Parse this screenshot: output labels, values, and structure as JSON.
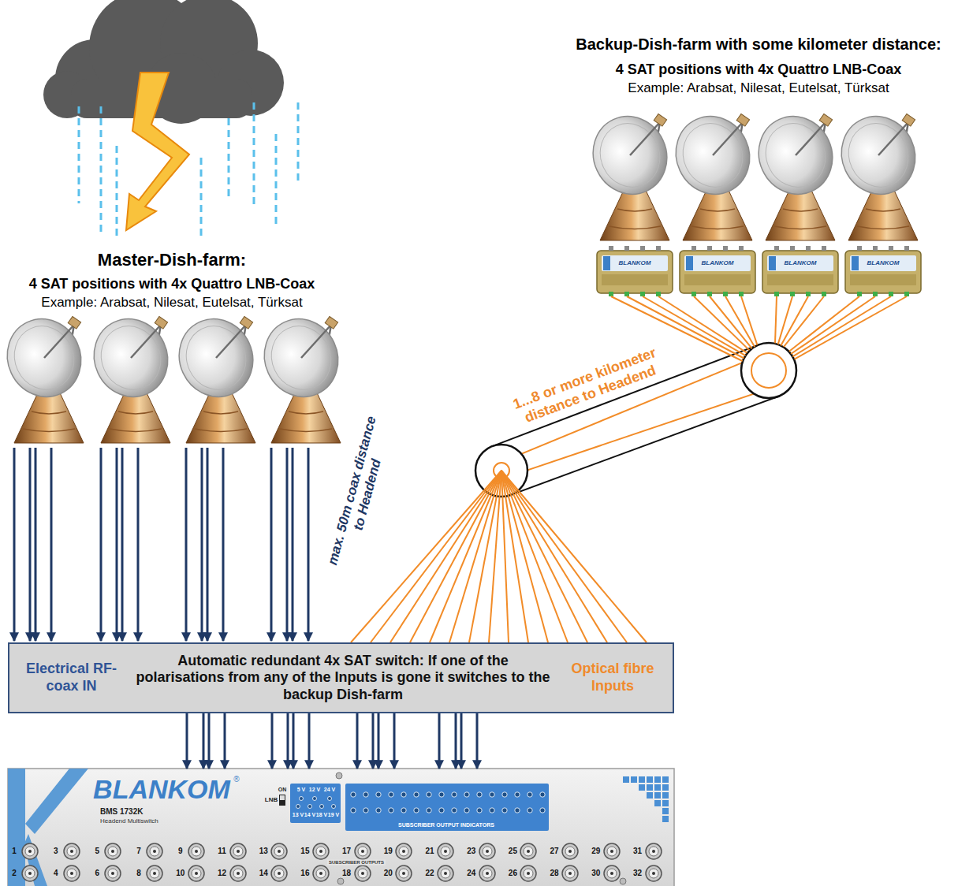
{
  "diagram": {
    "nodes": [
      {
        "text": [
          "Electrical RF-coax IN",
          "Automatic redundant 4x SAT switch: If one of the polarisations from any of the Inputs is gone it switches to the backup Dish-farm",
          "Optical fibre Inputs"
        ]
      },
      {
        "text": [
          "BLANKOM",
          "BMS 1732K",
          "Headend Multiswitch"
        ]
      }
    ],
    "edges": [
      {
        "from": 0,
        "to": 1,
        "arrow": "to"
      },
      {
        "from": 0,
        "to": 1,
        "arrow": "to"
      },
      {
        "from": 0,
        "to": 1,
        "arrow": "to"
      },
      {
        "from": 0,
        "to": 1,
        "arrow": "to"
      },
      {
        "from": 0,
        "to": 1,
        "arrow": "to"
      },
      {
        "from": 0,
        "to": 1,
        "arrow": "to"
      },
      {
        "from": 0,
        "to": 1,
        "arrow": "to"
      },
      {
        "from": 0,
        "to": 1,
        "arrow": "to"
      },
      {
        "from": 0,
        "to": 1,
        "arrow": "to"
      },
      {
        "from": 0,
        "to": 1,
        "arrow": "to"
      },
      {
        "from": 0,
        "to": 1,
        "arrow": "to"
      },
      {
        "from": 0,
        "to": 1,
        "arrow": "to"
      },
      {
        "from": 0,
        "to": 1,
        "arrow": "to"
      },
      {
        "from": 0,
        "to": 1,
        "arrow": "to"
      },
      {
        "from": 0,
        "to": 1,
        "arrow": "to"
      },
      {
        "from": 0,
        "to": 1,
        "arrow": "to"
      }
    ],
    "labels": [
      "Backup-Dish-farm with some kilometer distance:",
      "4 SAT positions with 4x Quattro LNB-Coax",
      "Example: Arabsat, Nilesat, Eutelsat, Türksat",
      "BLANKOM",
      "BLANKOM",
      "BLANKOM",
      "BLANKOM",
      "Master-Dish-farm:",
      "4 SAT positions with 4x Quattro LNB-Coax",
      "Example: Arabsat, Nilesat, Eutelsat, Türksat",
      "max. 50m coax distance to Headend",
      "1...8 or more kilometer distance to Headend",
      "®",
      "ON",
      "LNB",
      "5 V",
      "12 V",
      "24 V",
      "13 V",
      "14 V",
      "18 V",
      "19 V",
      "SUBSCRIBER OUTPUT INDICATORS",
      "SUBSCRIBER OUTPUTS",
      "1",
      "3",
      "5",
      "7",
      "9",
      "11",
      "13",
      "15",
      "17",
      "19",
      "21",
      "23",
      "25",
      "27",
      "29",
      "31",
      "2",
      "4",
      "6",
      "8",
      "10",
      "12",
      "14",
      "16",
      "18",
      "20",
      "22",
      "24",
      "26",
      "28",
      "30",
      "32"
    ]
  }
}
